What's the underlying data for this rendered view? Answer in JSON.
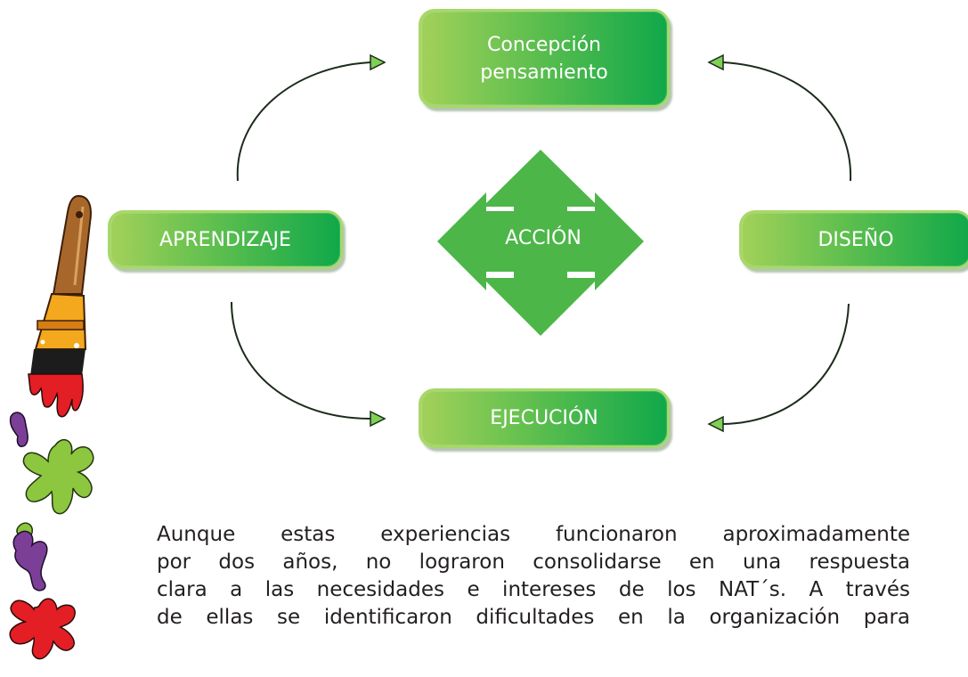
{
  "diagram": {
    "nodes": {
      "concepcion": [
        "Concepción",
        "pensamiento"
      ],
      "aprendizaje": "APRENDIZAJE",
      "diseno": "DISEÑO",
      "ejecucion": "EJECUCIÓN",
      "accion": "ACCIÓN"
    },
    "edges": [
      {
        "from": "aprendizaje",
        "to": "concepcion"
      },
      {
        "from": "diseno",
        "to": "concepcion"
      },
      {
        "from": "aprendizaje",
        "to": "ejecucion"
      },
      {
        "from": "diseno",
        "to": "ejecucion"
      }
    ],
    "colors": {
      "node_light": "#a2d15a",
      "node_dark": "#10a84a",
      "node_border": "#a6d86a",
      "cross_arrow": "#4cb648",
      "connector": "#1b2b1b"
    }
  },
  "paragraph": {
    "lines": [
      "Aunque estas experiencias funcionaron aproximadamente",
      "por dos años, no lograron consolidarse en una respuesta",
      "clara a  las necesidades e intereses de los NAT´s. A través",
      "de ellas se identificaron  dificultades en la organización para"
    ]
  },
  "decoration": {
    "illustration": "paintbrush-with-paint-splatters",
    "splatter_colors": [
      "#e31e25",
      "#7b3f98",
      "#8dc63f"
    ]
  }
}
